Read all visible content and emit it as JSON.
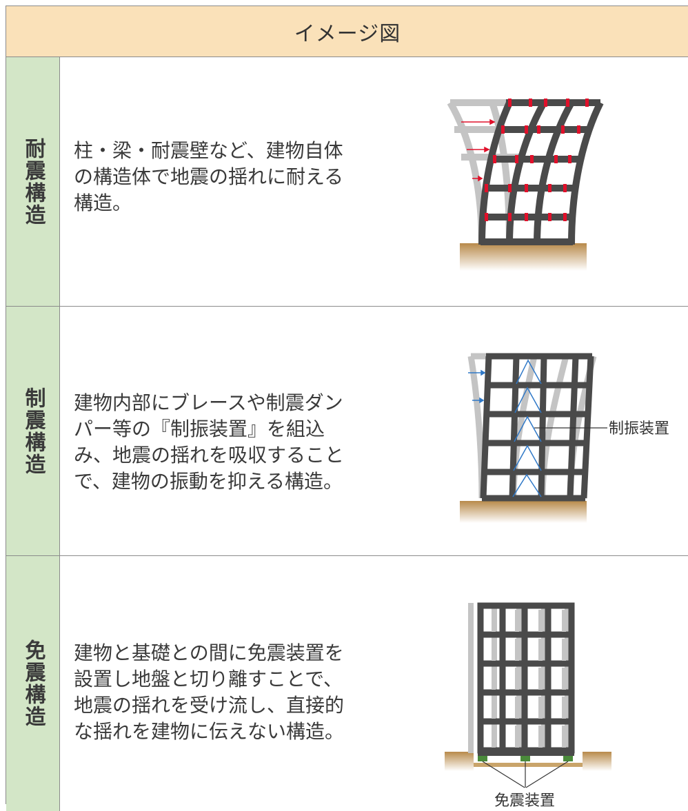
{
  "header": {
    "title": "イメージ図"
  },
  "rows": [
    {
      "label": "耐震構造",
      "description": "柱・梁・耐震壁など、建物自体の構造体で地震の揺れに耐える構造。"
    },
    {
      "label": "制震構造",
      "description": "建物内部にブレースや制震ダンパー等の『制振装置』を組込み、地震の揺れを吸収することで、建物の振動を抑える構造。",
      "callout": "制振装置"
    },
    {
      "label": "免震構造",
      "description": "建物と基礎との間に免震装置を設置し地盤と切り離すことで、地震の揺れを受け流し、直接的な揺れを建物に伝えない構造。",
      "callout": "免震装置"
    }
  ],
  "colors": {
    "header_bg": "#fae1b9",
    "label_bg": "#d3e6c7",
    "frame_dark": "#4a4a4a",
    "frame_ghost": "#c4c4c4",
    "joint_red": "#e0102a",
    "brace_blue": "#2f78c7",
    "ground": "#c9a46a",
    "isolator_green": "#4a8a3a"
  }
}
